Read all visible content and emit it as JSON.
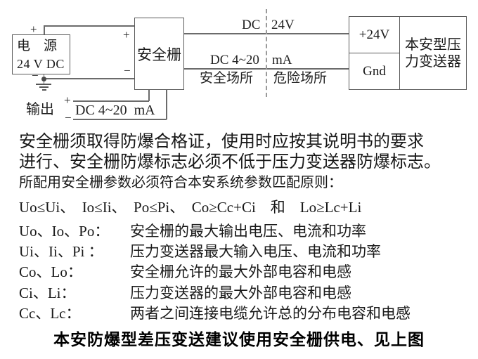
{
  "diagram": {
    "power_box": {
      "line1": "电　源",
      "line2": "24 V DC"
    },
    "barrier_box": {
      "label": "安全栅"
    },
    "transmitter": {
      "terminal_top": "+24V",
      "terminal_bottom": "Gnd",
      "name_line1": "本安型压",
      "name_line2": "力变送器"
    },
    "labels": {
      "plus": "+",
      "minus": "−",
      "wire_top_left": "DC",
      "wire_top_right": "24V",
      "wire_bottom_left": "DC 4~20",
      "wire_bottom_right": "mA",
      "area_safe": "安全场所",
      "area_hazard": "危险场所",
      "output_label": "输出",
      "output_signal": "DC 4~20  mA"
    }
  },
  "notes": {
    "line1": "安全栅须取得防爆合格证，使用时应按其说明书的要求",
    "line2": "进行、安全栅防爆标志必须不低于压力变送器防爆标志。",
    "line3": "所配用安全栅参数必须符合本安系统参数匹配原则：",
    "formula": "Uo≤Ui、　Io≤Ii、　Po≤Pi、　Co≥Cc+Ci　和　Lo≥Lc+Li",
    "definitions": [
      {
        "term": "Uo、Io、Po：",
        "desc": "安全栅的最大输出电压、电流和功率"
      },
      {
        "term": "Ui、Ii、Pi ：",
        "desc": "压力变送器最大输入电压、电流和功率"
      },
      {
        "term": "Co、Lo：",
        "desc": "安全栅允许的最大外部电容和电感"
      },
      {
        "term": "Ci、Li：",
        "desc": "压力变送器的最大外部电容和电感"
      },
      {
        "term": "Cc、Lc：",
        "desc": "两者之间连接电缆允许总的分布电容和电感"
      }
    ],
    "footer": "本安防爆型差压变送建议使用安全栅供电、见上图"
  },
  "colors": {
    "line": "#6b6b6b",
    "border": "#5a5a5a",
    "text": "#1a1a1a"
  }
}
